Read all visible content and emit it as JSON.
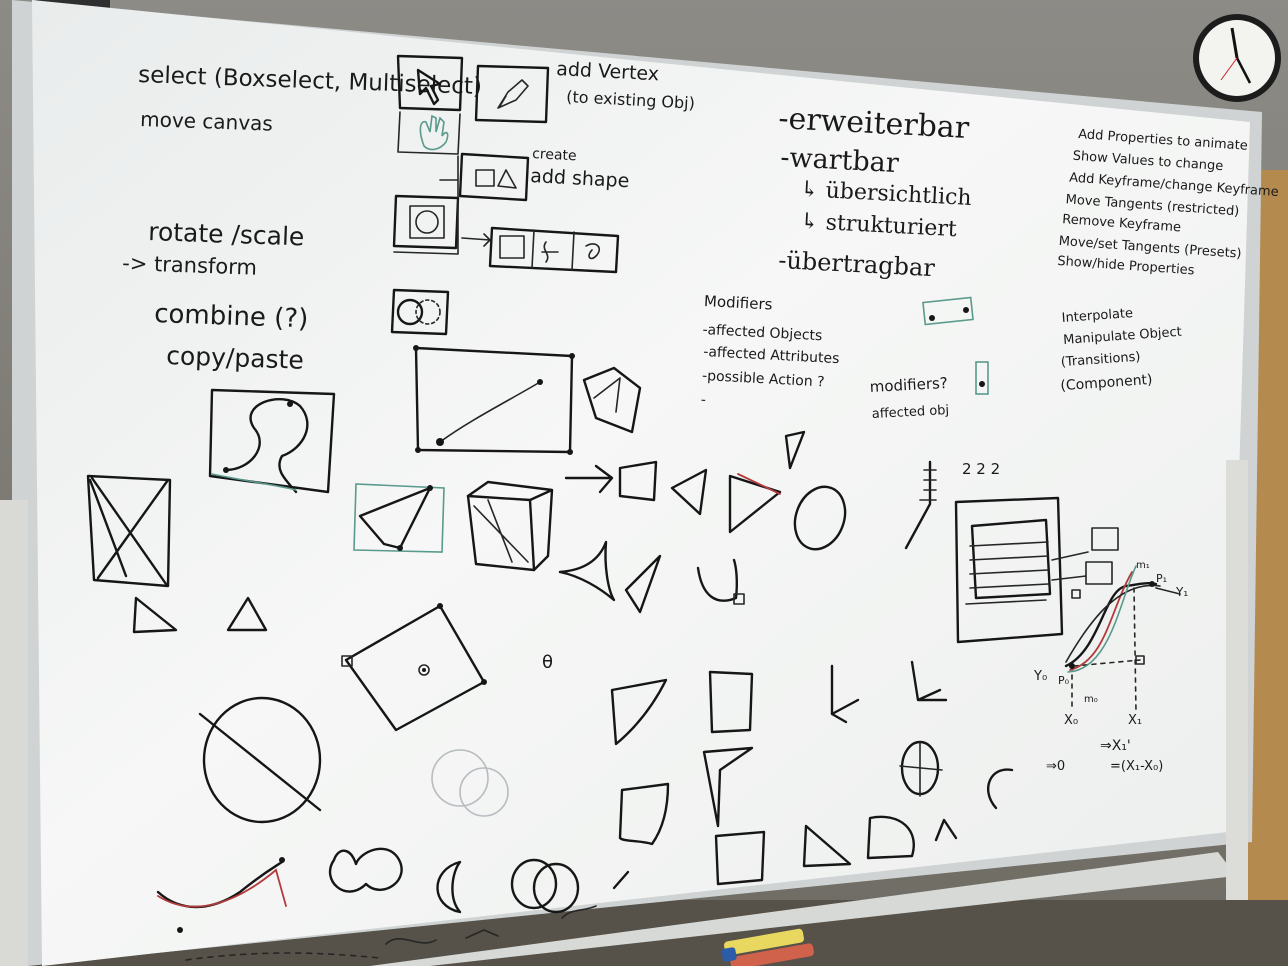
{
  "tools": {
    "select": "select (Boxselect, Multiselect)",
    "move_canvas": "move canvas",
    "add_vertex": "add Vertex",
    "add_vertex_note": "(to existing Obj)",
    "create": "create",
    "add_shape": "add shape",
    "rotate_scale": "rotate /scale",
    "transform": "-> transform",
    "combine": "combine (?)",
    "copy_paste": "copy/paste"
  },
  "qualities": {
    "erweiterbar": "-erweiterbar",
    "wartbar": "-wartbar",
    "uebersichtlich": "↳ übersichtlich",
    "strukturiert": "↳ strukturiert",
    "uebertragbar": "-übertragbar"
  },
  "modifiers": {
    "title": "Modifiers",
    "items": [
      "-affected Objects",
      "-affected Attributes",
      "-possible Action ?",
      "-"
    ],
    "question": "modifiers?",
    "affected": "affected obj"
  },
  "animation": {
    "items": [
      "Add Properties to animate",
      "Show Values to change",
      "Add Keyframe/change Keyframe",
      "Move Tangents (restricted)",
      "Remove Keyframe",
      "Move/set Tangents (Presets)",
      "Show/hide Properties"
    ]
  },
  "interpolate": {
    "lines": [
      "Interpolate",
      "Manipulate Object",
      "(Transitions)",
      "(Component)"
    ]
  },
  "math": {
    "ticks": "2 2 2",
    "x0": "X₀",
    "x1": "X₁",
    "y0": "Y₀",
    "y1": "Y₁",
    "p0": "P₀",
    "p1": "P₁",
    "m0": "m₀",
    "m1": "m₁",
    "arrow_x1": "⇒X₁'",
    "arrow_0": "⇒0",
    "formula": "=(X₁-X₀)"
  },
  "misc": {
    "theta": "θ"
  }
}
